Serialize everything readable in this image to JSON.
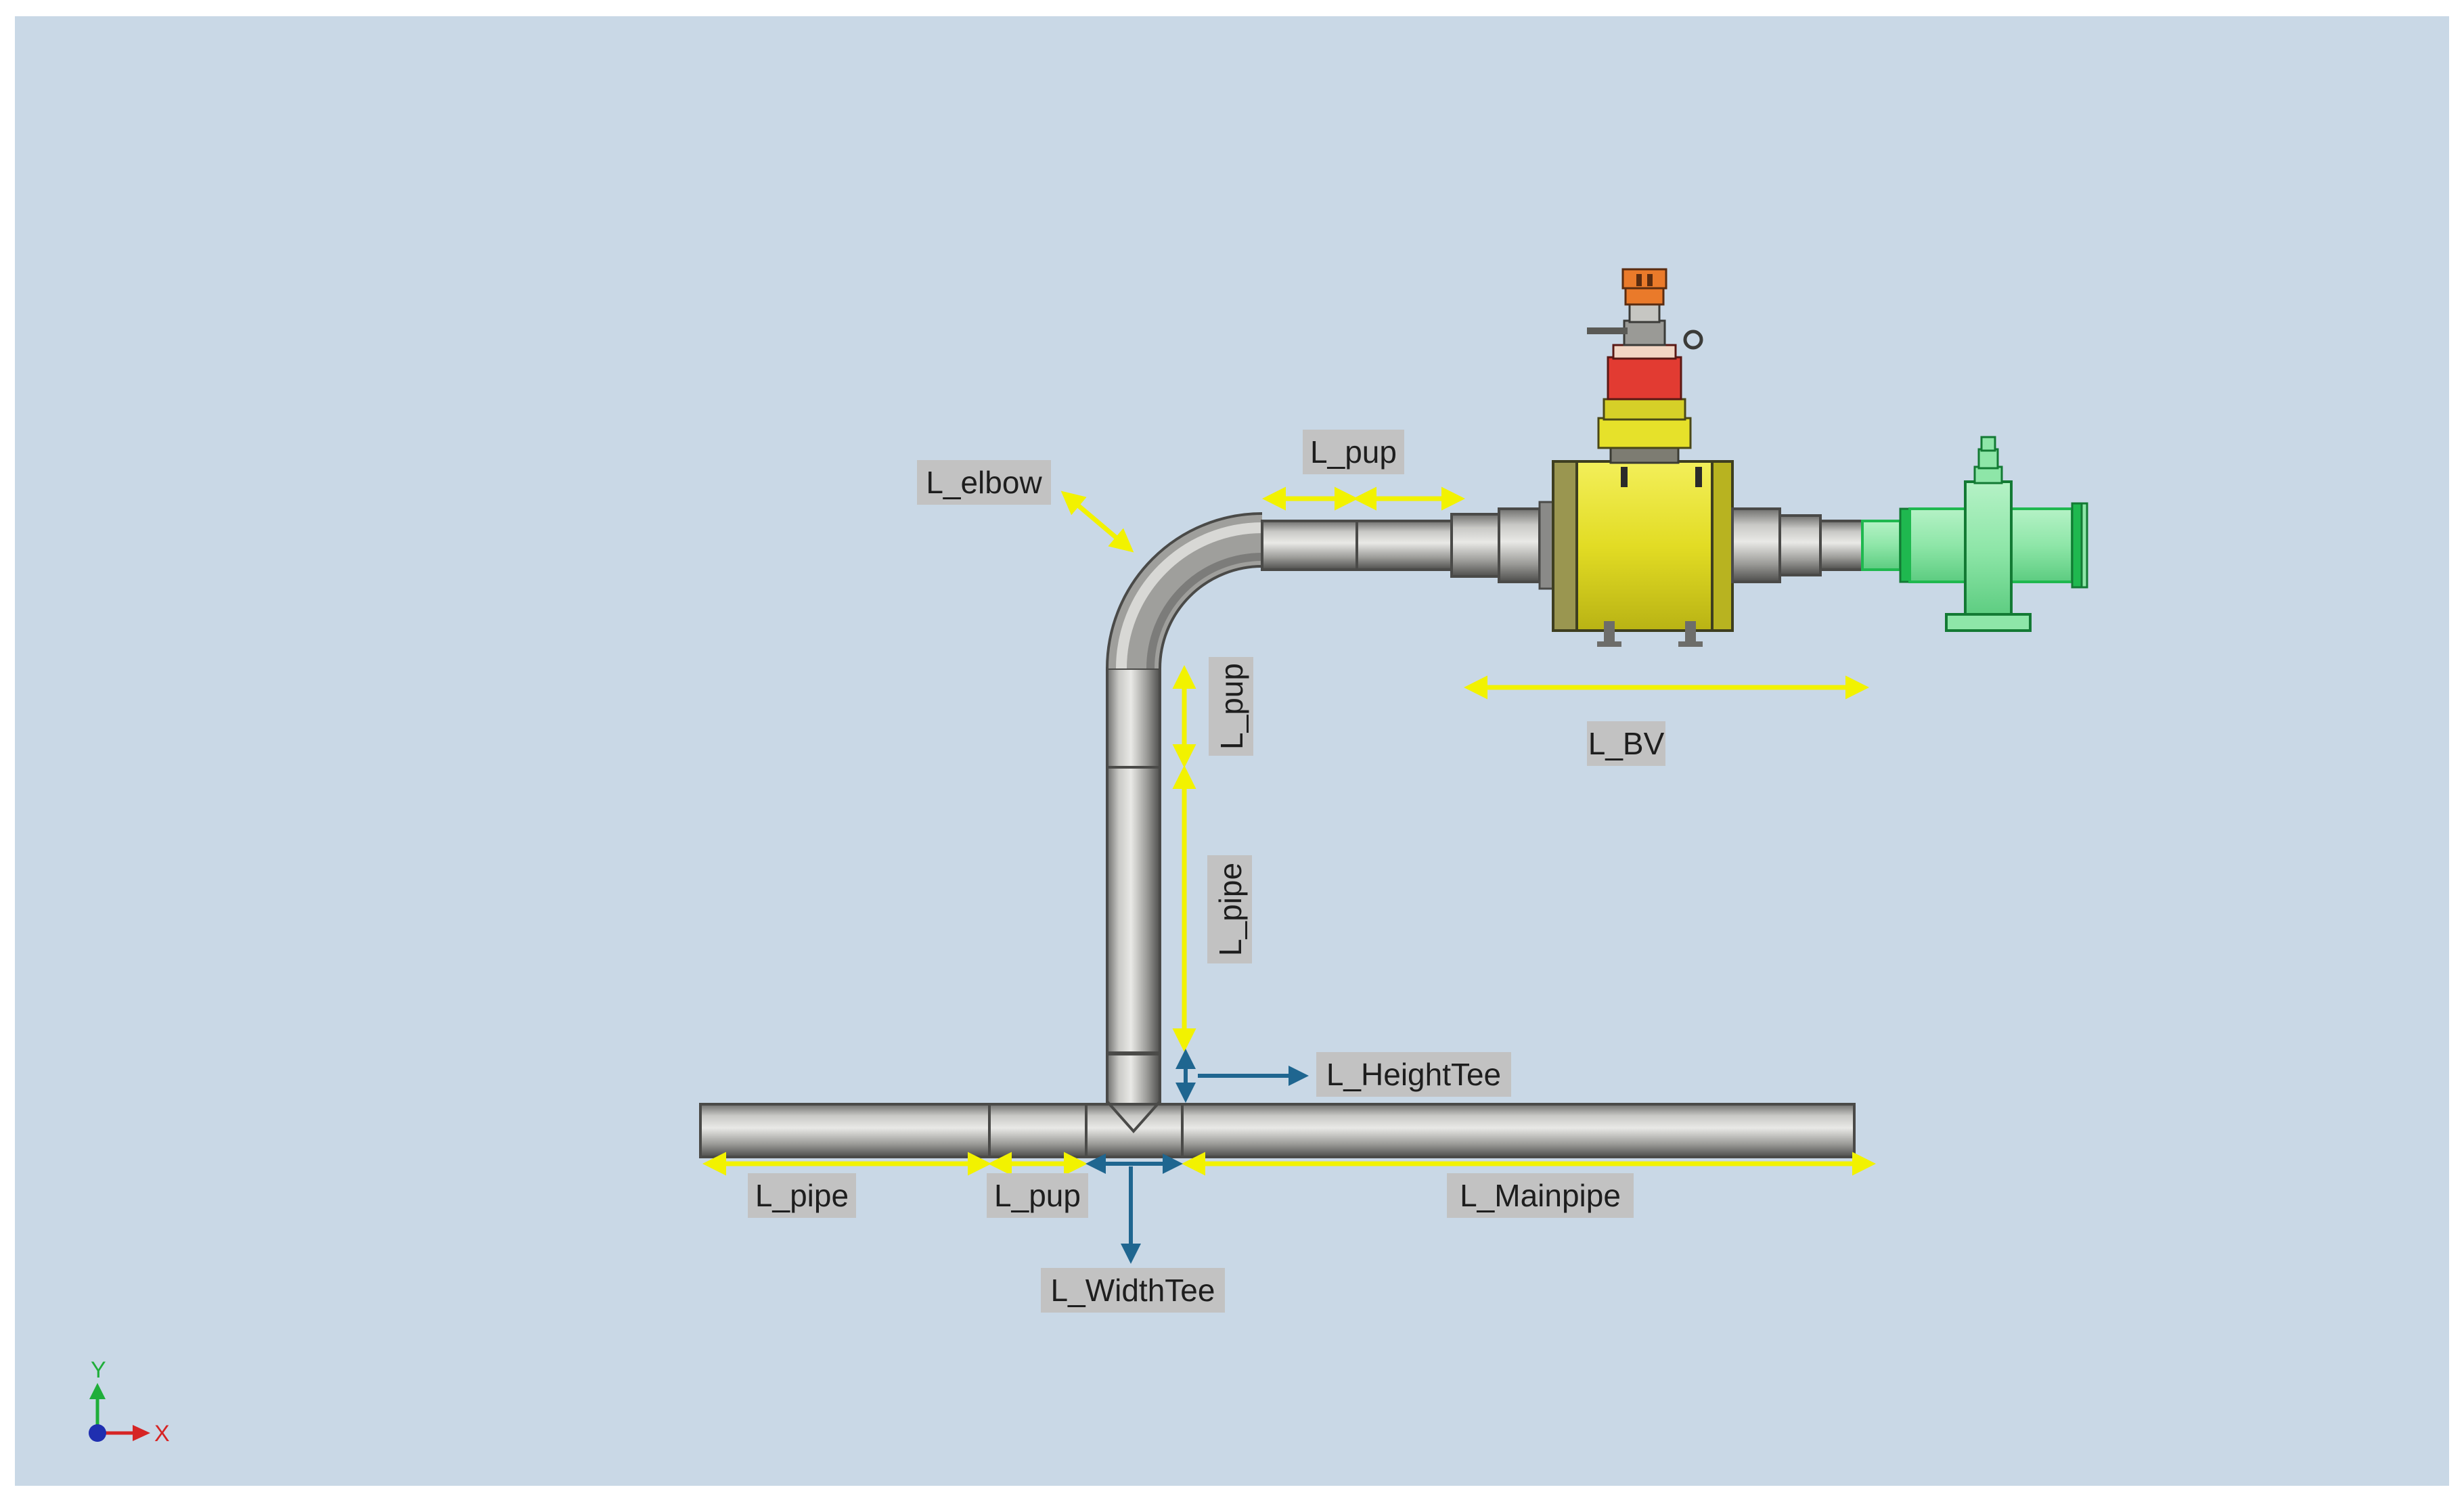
{
  "labels": {
    "elbow": "L_elbow",
    "pup_top": "L_pup",
    "pup_vertical": "L_pup",
    "pipe_vertical": "L_pipe",
    "bv": "L_BV",
    "height_tee": "L_HeightTee",
    "pipe_main": "L_pipe",
    "pup_main": "L_pup",
    "mainpipe": "L_Mainpipe",
    "width_tee": "L_WidthTee"
  },
  "axis_triad": {
    "y": "Y",
    "x": "X"
  },
  "colors": {
    "background": "#c9d8e6",
    "pipe": "#9a9a98",
    "dimension_yellow": "#f2f200",
    "dimension_blue": "#1f6690",
    "valve_yellow": "#e6e12a",
    "actuator_red": "#e23b32",
    "actuator_orange": "#ea7a2a",
    "hub_green": "#8ee6a8",
    "hub_green_dark": "#1fb84f",
    "axis_y_green": "#1fae3a",
    "axis_x_red": "#d62424",
    "axis_origin_blue": "#1f2fb0"
  }
}
